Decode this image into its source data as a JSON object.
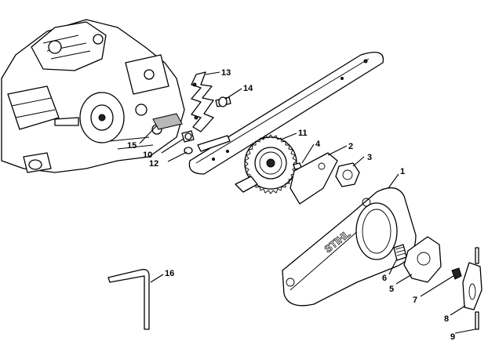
{
  "brand_text": "STIHL",
  "callouts": [
    {
      "id": "1",
      "label": "1"
    },
    {
      "id": "2",
      "label": "2"
    },
    {
      "id": "3",
      "label": "3"
    },
    {
      "id": "4",
      "label": "4"
    },
    {
      "id": "5",
      "label": "5"
    },
    {
      "id": "6",
      "label": "6"
    },
    {
      "id": "7",
      "label": "7"
    },
    {
      "id": "8",
      "label": "8"
    },
    {
      "id": "9",
      "label": "9"
    },
    {
      "id": "10",
      "label": "10"
    },
    {
      "id": "11",
      "label": "11"
    },
    {
      "id": "12",
      "label": "12"
    },
    {
      "id": "13",
      "label": "13"
    },
    {
      "id": "14",
      "label": "14"
    },
    {
      "id": "15",
      "label": "15"
    },
    {
      "id": "16",
      "label": "16"
    }
  ]
}
